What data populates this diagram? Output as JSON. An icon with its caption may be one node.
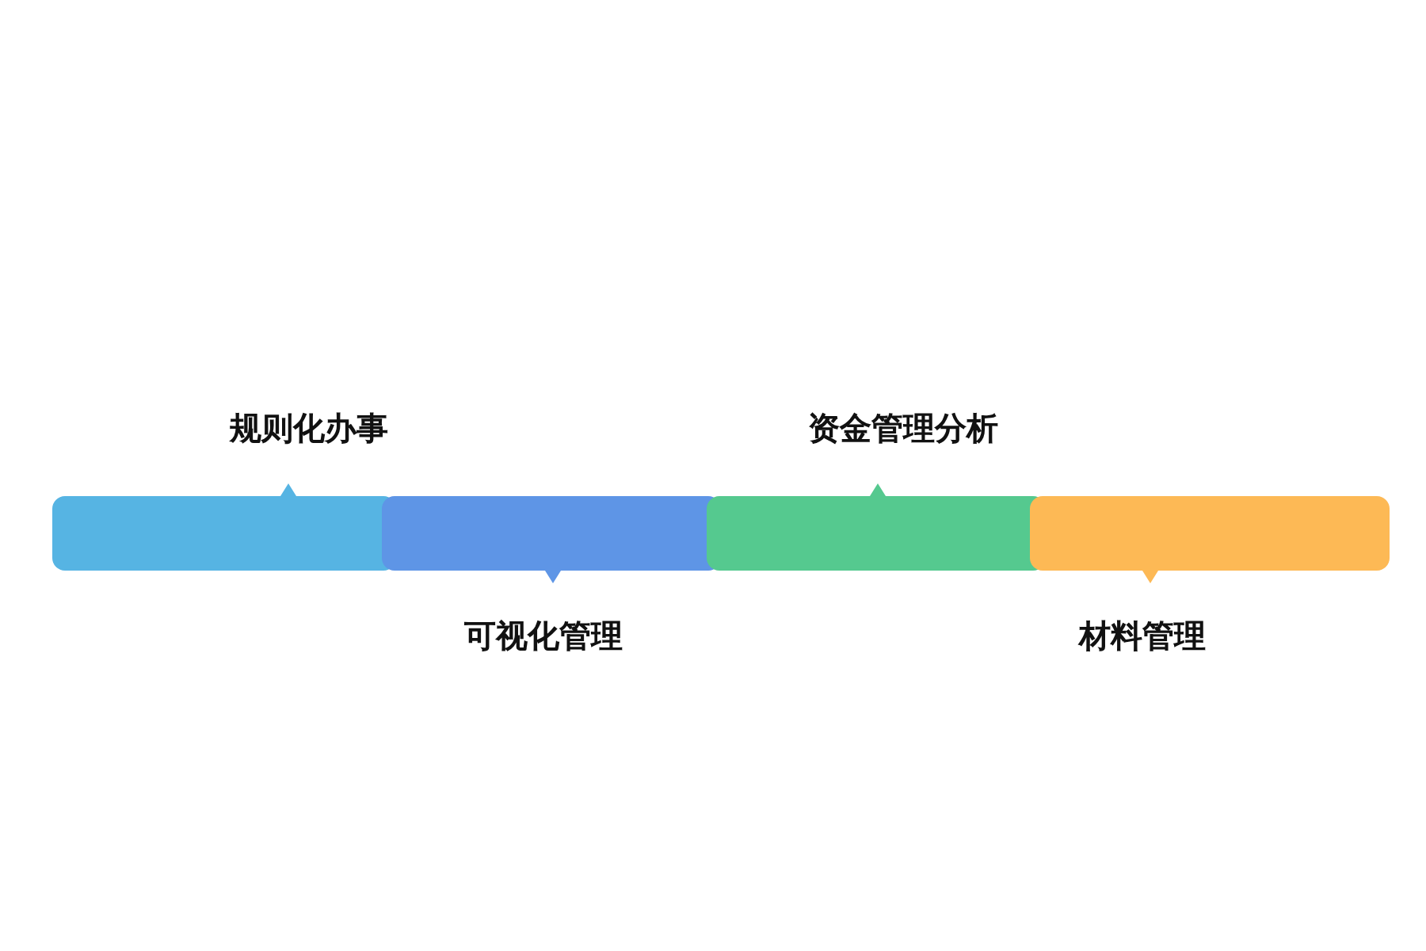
{
  "diagram": {
    "nodes": [
      {
        "text": [
          "规则化办事"
        ]
      },
      {
        "text": [
          "可视化管理"
        ]
      },
      {
        "text": [
          "资金管理分析"
        ]
      },
      {
        "text": [
          "材料管理"
        ]
      }
    ]
  }
}
